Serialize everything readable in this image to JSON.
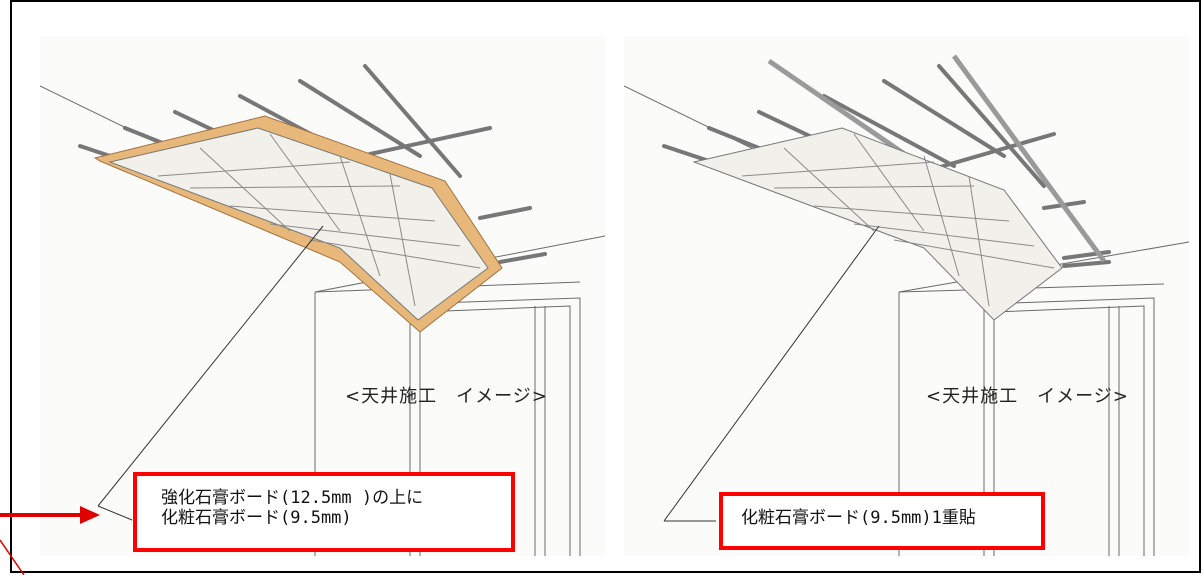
{
  "left_panel": {
    "caption": "<天井施工　イメージ>",
    "label_line1": "強化石膏ボード(12.5mm )の上に",
    "label_line2": "化粧石膏ボード(9.5mm)"
  },
  "right_panel": {
    "caption": "<天井施工　イメージ>",
    "label": "化粧石膏ボード(9.5mm)1重貼"
  },
  "colors": {
    "highlight_border": "#ff0000",
    "arrow": "#e00000",
    "reinforced_board_edge": "#e8b87a",
    "board_fill": "#f1f0ea"
  }
}
